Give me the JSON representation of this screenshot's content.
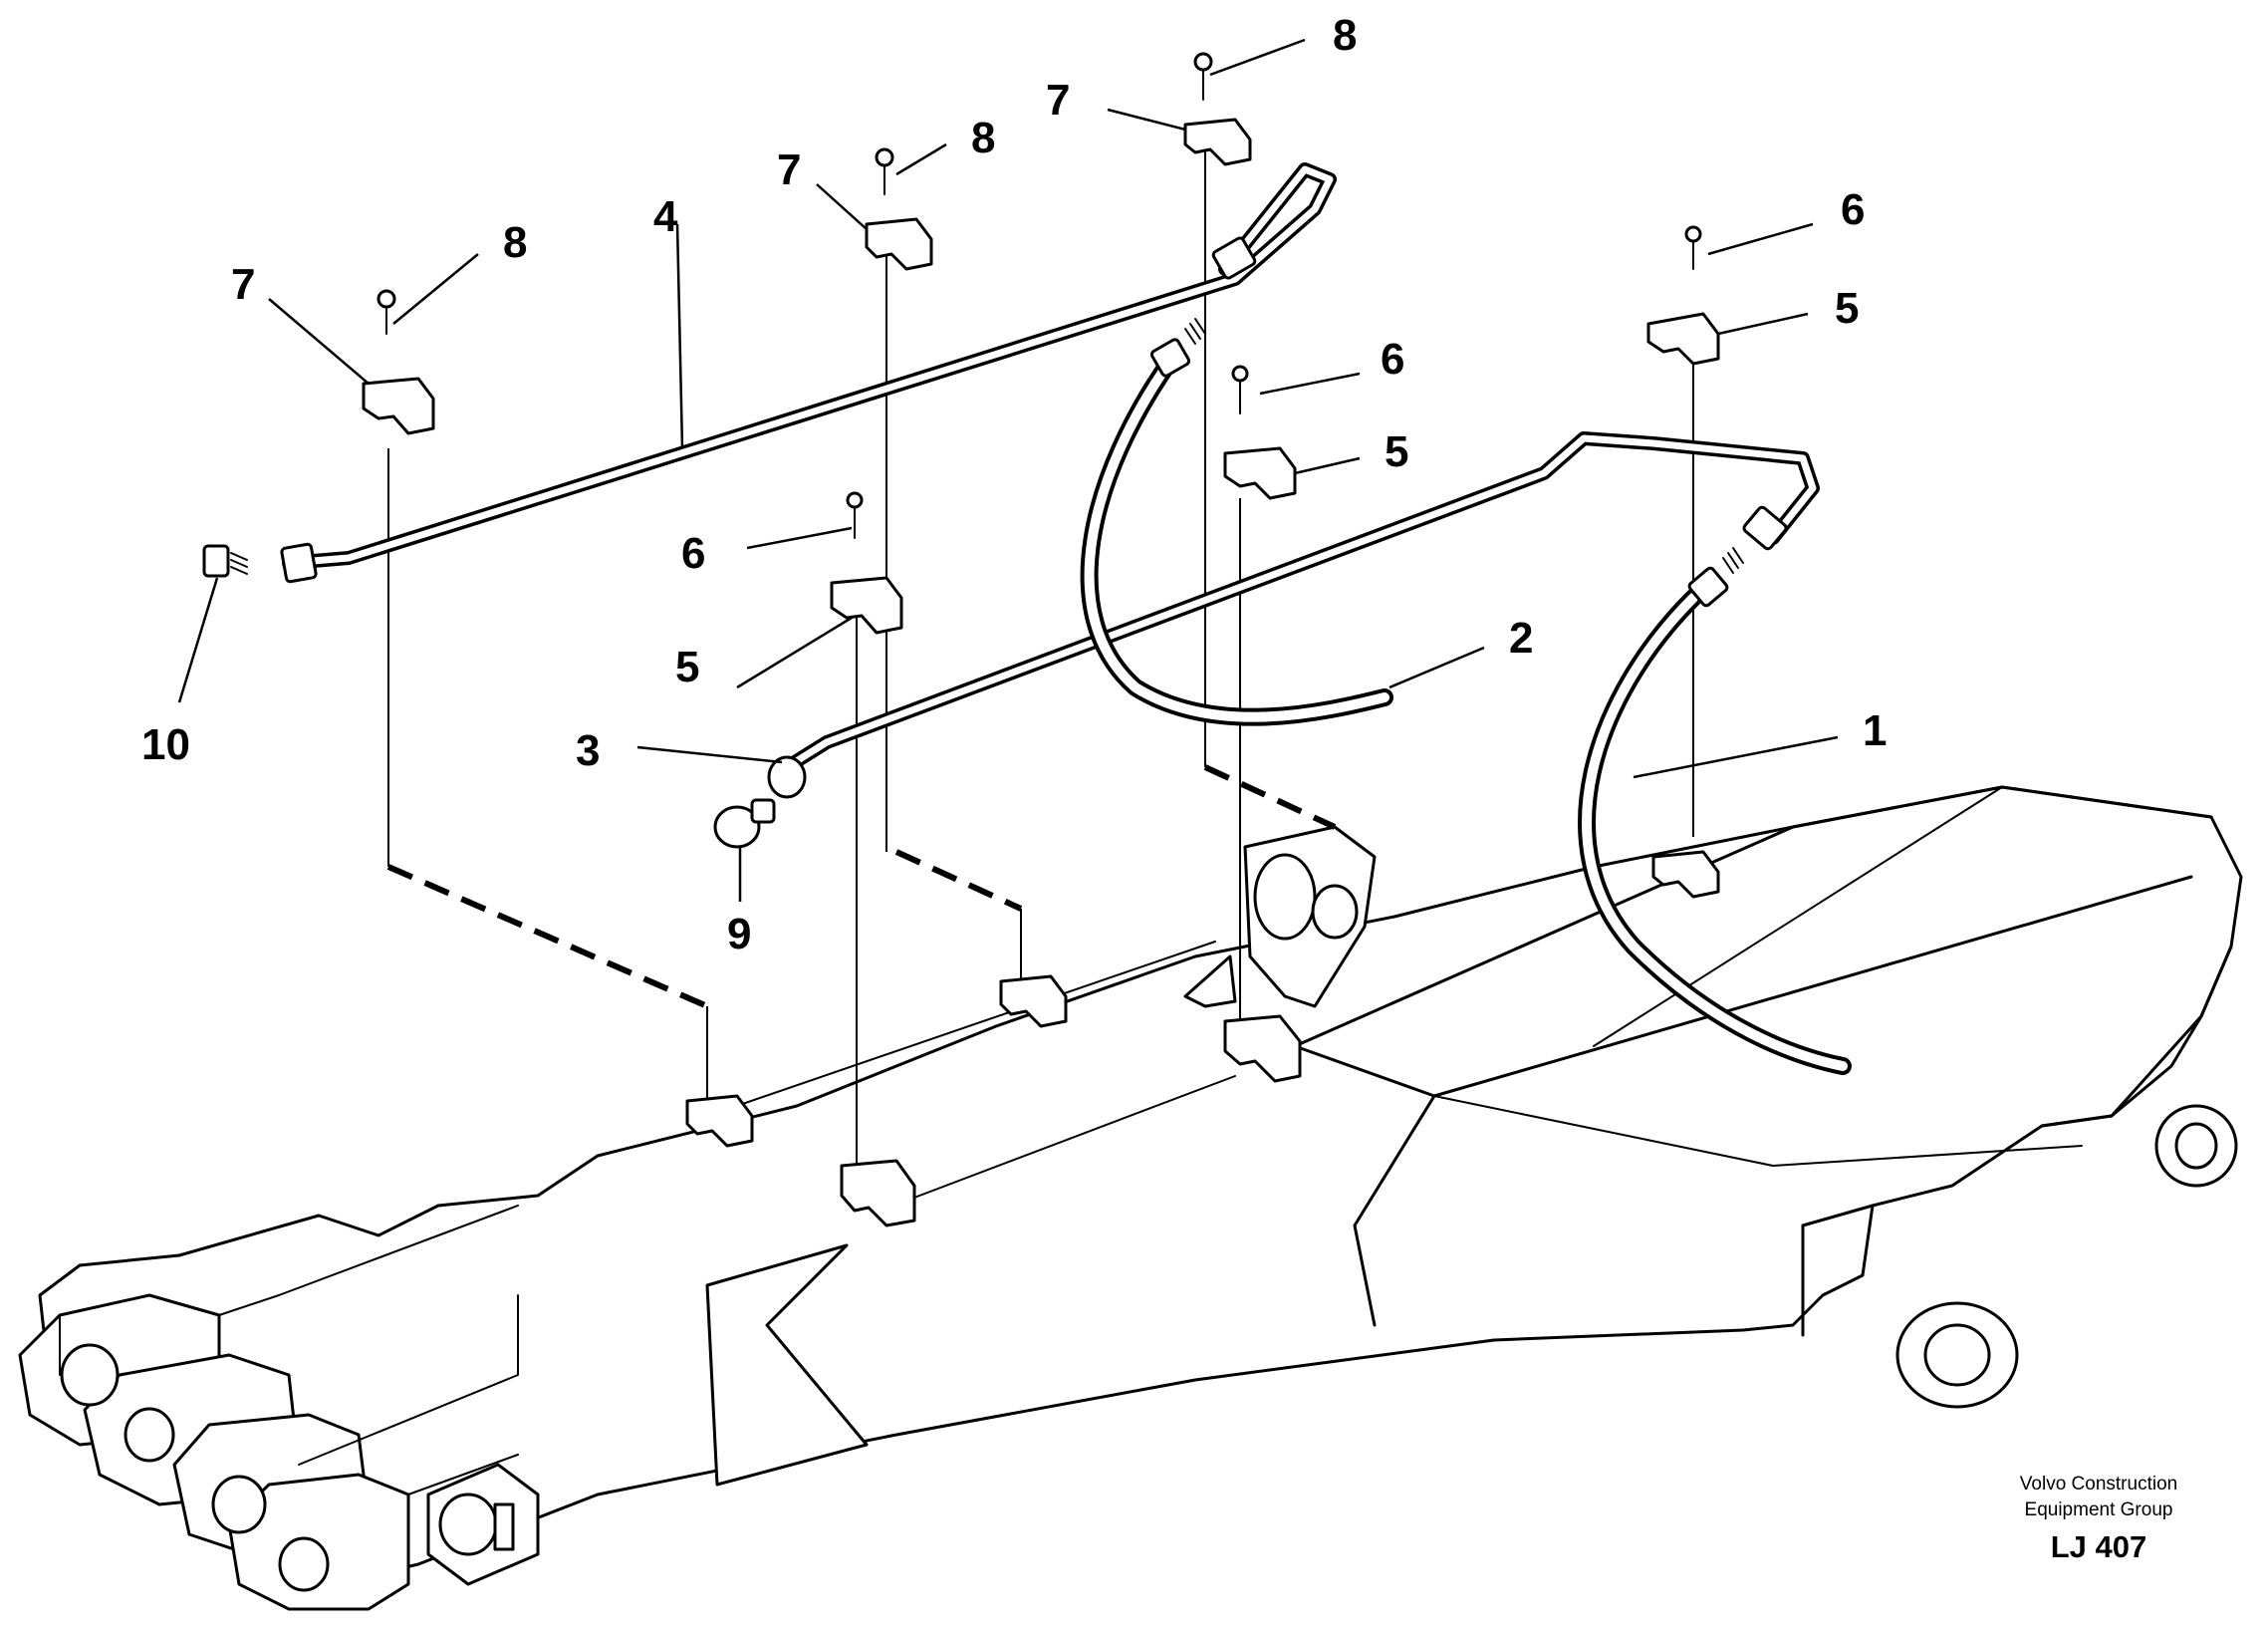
{
  "callouts": {
    "c1": "1",
    "c2": "2",
    "c3": "3",
    "c4": "4",
    "c5a": "5",
    "c5b": "5",
    "c5c": "5",
    "c6a": "6",
    "c6b": "6",
    "c6c": "6",
    "c7a": "7",
    "c7b": "7",
    "c7c": "7",
    "c8a": "8",
    "c8b": "8",
    "c8c": "8",
    "c9": "9",
    "c10": "10"
  },
  "credit": {
    "line1": "Volvo Construction",
    "line2": "Equipment Group",
    "code": "LJ 407"
  },
  "icons": [
    "hydraulic-hose-icon",
    "pipe-icon",
    "clamp-icon",
    "screw-icon",
    "plug-icon",
    "boom-icon"
  ]
}
